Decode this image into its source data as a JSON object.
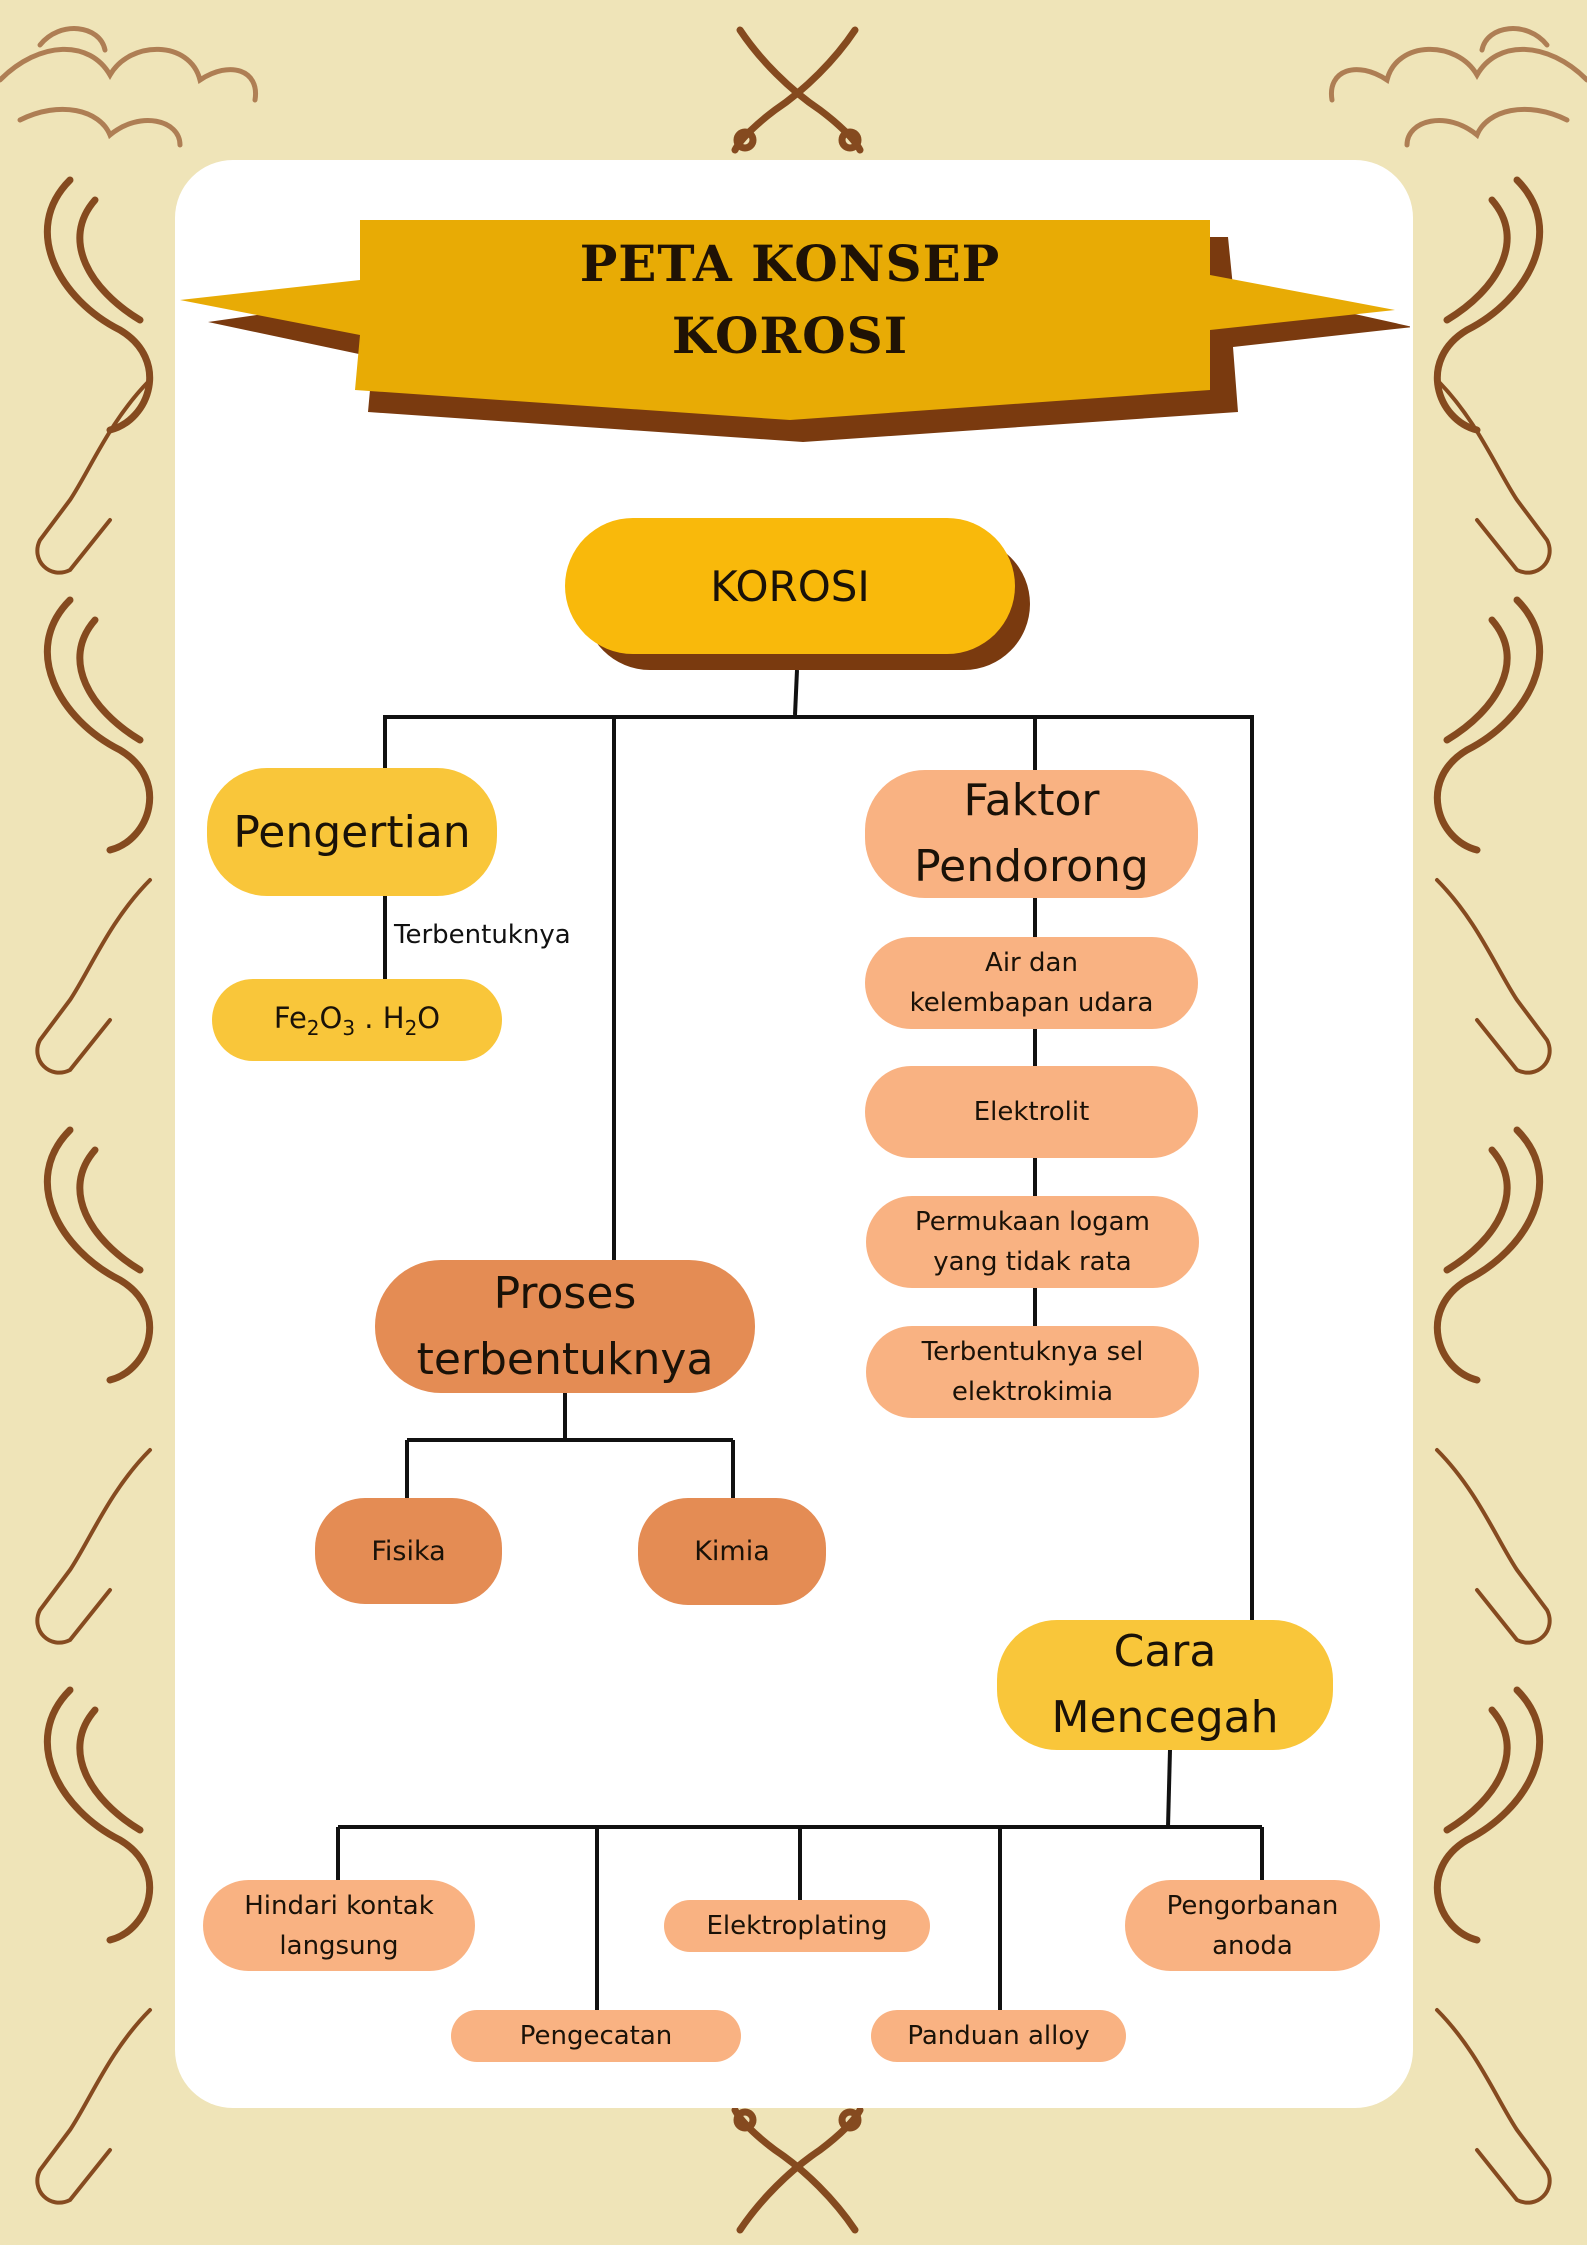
{
  "title": {
    "line1": "PETA KONSEP",
    "line2": "KOROSI"
  },
  "root": "KOROSI",
  "pengertian": {
    "label": "Pengertian",
    "connector": "Terbentuknya",
    "formula": {
      "fe": "Fe",
      "sub2": "2",
      "o": "O",
      "sub3": "3",
      "dot": " . ",
      "h": "H",
      "subh": "2",
      "o2": "O"
    }
  },
  "proses": {
    "line1": "Proses",
    "line2": "terbentuknya",
    "children": [
      "Fisika",
      "Kimia"
    ]
  },
  "faktor": {
    "line1": "Faktor",
    "line2": "Pendorong",
    "children": [
      {
        "line1": "Air dan",
        "line2": "kelembapan udara"
      },
      {
        "line1": "Elektrolit",
        "line2": ""
      },
      {
        "line1": "Permukaan logam",
        "line2": "yang tidak rata"
      },
      {
        "line1": "Terbentuknya sel",
        "line2": "elektrokimia"
      }
    ]
  },
  "cara": {
    "line1": "Cara",
    "line2": "Mencegah",
    "children": [
      {
        "line1": "Hindari kontak",
        "line2": "langsung"
      },
      {
        "line1": "Pengecatan",
        "line2": ""
      },
      {
        "line1": "Elektroplating",
        "line2": ""
      },
      {
        "line1": "Panduan alloy",
        "line2": ""
      },
      {
        "line1": "Pengorbanan",
        "line2": "anoda"
      }
    ]
  },
  "colors": {
    "background": "#efe4b8",
    "ornament": "#7a3a0f",
    "banner": "#e8ab05",
    "root": "#f9b90b",
    "yellow_node": "#f9c63a",
    "peach_node": "#f9b282",
    "orange_node": "#e48c54"
  },
  "icons": [
    "wayang-ornament-icon",
    "crossed-keris-icon",
    "cloud-mega-mendung-icon"
  ]
}
